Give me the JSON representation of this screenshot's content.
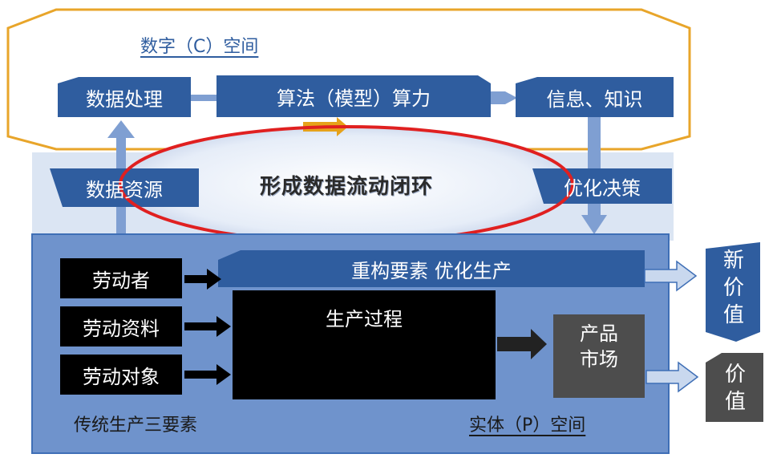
{
  "digital_space": {
    "title": "数字（C）空间",
    "data_processing": "数据处理",
    "algorithm": "算法（模型）算力",
    "information": "信息、知识"
  },
  "middle": {
    "data_resources": "数据资源",
    "loop_label": "形成数据流动闭环",
    "optimize_decision": "优化决策"
  },
  "physical_space": {
    "laborer": "劳动者",
    "labor_materials": "劳动资料",
    "labor_objects": "劳动对象",
    "restructure": "重构要素 优化生产",
    "production_process": "生产过程",
    "product_market": [
      "产品",
      "市场"
    ],
    "traditional_factors": "传统生产三要素",
    "title": "实体（P）空间"
  },
  "outputs": {
    "new_value": [
      "新",
      "价",
      "值"
    ],
    "value": [
      "价",
      "值"
    ]
  },
  "colors": {
    "octagon_border": "#e8a52a",
    "box_blue": "#2f5d9f",
    "physical_bg": "#6f93cc",
    "physical_border": "#3f6fb6",
    "black": "#000000",
    "dark_gray": "#4d4d4d",
    "loop_ellipse": "#e02020",
    "orange_arrow": "#e6a21a"
  }
}
